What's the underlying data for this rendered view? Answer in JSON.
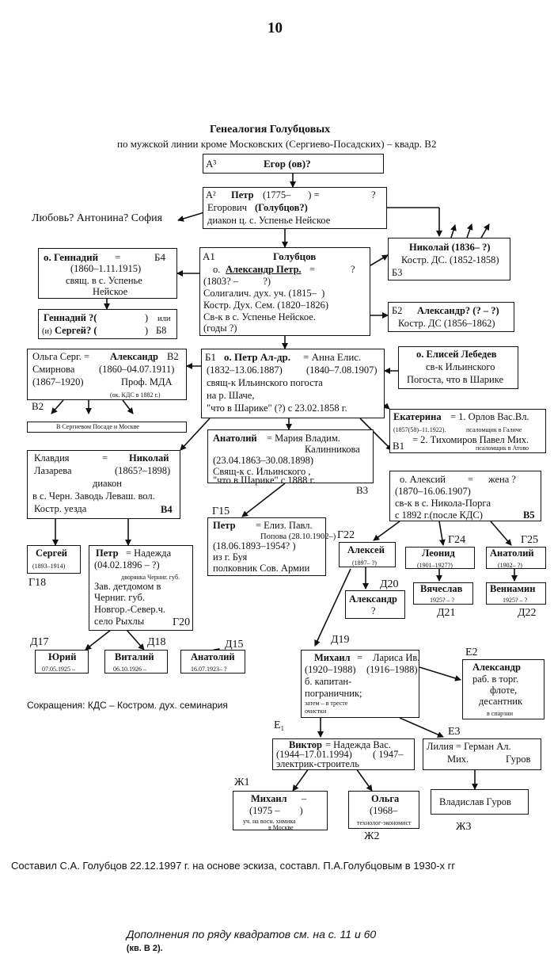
{
  "page_number": "10",
  "title": "Генеалогия Голубцовых",
  "subtitle": "по мужской линии кроме Московских (Сергиево-Посадских) – квадр. В2",
  "A3": {
    "code": "А³",
    "name": "Егор (ов)?"
  },
  "A2": {
    "code": "А²",
    "l1a": "Петр",
    "l1b": "(1775–       ) =",
    "l1c": "?",
    "l2a": "Егорович",
    "l2b": "(Голубцов?)",
    "l3": "диакон ц. с. Успенье Нейское"
  },
  "sisters": "Любовь? Антонина? София",
  "B4box": {
    "l1a": "о. Геннадий",
    "l1b": "=",
    "code": "Б4",
    "l2": "(1860–1.11.1915)",
    "l3": "свящ. в с. Успенье",
    "l4": "Нейское"
  },
  "B8box": {
    "l1a": "Геннадий ?(",
    "l1b": ")",
    "l1c": "или",
    "l2a": "(и)",
    "l2b": "Сергей? (",
    "l2c": ")",
    "code": "Б8"
  },
  "A1": {
    "code": "А1",
    "surname": "Голубцов",
    "l1a": "о.",
    "l1b": "Александр Петр.",
    "l1c": "=",
    "l1d": "?",
    "l2": "(1803? –          ?)",
    "l3": "Солигалич. дух. уч. (1815–  )",
    "l4": "Костр. Дух. Сем. (1820–1826)",
    "l5": "Св-к в с. Успенье Нейское.",
    "l6": "(годы ?)"
  },
  "B3": {
    "l1a": "Николай (1836– ?)",
    "l2": "Костр. ДС. (1852-1858)",
    "code": "Б3"
  },
  "B2box": {
    "code": "Б2",
    "name": "Александр? (? – ?)",
    "l2": "Костр. ДС (1856–1862)"
  },
  "V2": {
    "l1a": "Ольга Серг. =",
    "l1b": "Александр",
    "l1c": "В2",
    "l2a": "Смирнова",
    "l2b": "(1860–04.07.1911)",
    "l3a": "(1867–1920)",
    "l3b": "Проф. МДА",
    "l4": "(ок. КДС в 1882 г.)",
    "code": "В2"
  },
  "sergiev": "В Сергиевом Посаде и Москве",
  "B1": {
    "code": "Б1",
    "l1a": "о. Петр Ал-др.",
    "l1b": "= Анна Елис.",
    "l2a": "(1832–13.06.1887)",
    "l2b": "(1840–7.08.1907)",
    "l3": "свящ-к Ильинского погоста",
    "l4": "на р. Шаче,",
    "l5": "\"что в Шарике\" (?) с 23.02.1858 г."
  },
  "lebedev": {
    "l1": "о. Елисей Лебедев",
    "l2": "св-к Ильинского",
    "l3": "Погоста, что в Шарике"
  },
  "V1": {
    "l1a": "Екатерина",
    "l1b": "= 1. Орлов Вас.Вл.",
    "l2a": "(1857(58)–11.1922).",
    "l2b": "псаломщик в Галиче",
    "l3": "= 2. Тихомиров Павел Мих.",
    "l4": "псаломщик в Атово",
    "code": "В1"
  },
  "V3": {
    "l1a": "Анатолий",
    "l1b": "= Мария Владим.",
    "l2": "Калинникова",
    "l3": "(23.04.1863–30.08.1898)",
    "l4": "Свящ-к с. Ильинского ,",
    "l5": "\"что в Шарике\" с 1888 г.",
    "code": "В3"
  },
  "V4": {
    "l1a": "Клавдия",
    "l1b": "=",
    "l1c": "Николай",
    "l2a": "Лазарева",
    "l2b": "(1865?–1898)",
    "l3": "диакон",
    "l4": "в с. Черн. Заводь Леваш. вол.",
    "l5": "Костр. уезда",
    "code": "В4"
  },
  "V5": {
    "l1a": "о. Алексий",
    "l1b": "=",
    "l1c": "жена ?",
    "l2": "(1870–16.06.1907)",
    "l3": "св-к в с. Никола-Порга",
    "l4": "с 1892 г.(после КДС)",
    "code": "В5"
  },
  "G15": {
    "label": "Г15",
    "l1a": "Петр",
    "l1b": "= Елиз. Павл.",
    "l2": "Попова (28.10.1902–)",
    "l3": "(18.06.1893–1954? )",
    "l4": "из г. Буя",
    "l5": "полковник Сов. Армии"
  },
  "G18": {
    "name": "Сергей",
    "dates": "(1893–1914)",
    "label": "Г18"
  },
  "G20": {
    "l1a": "Петр",
    "l1b": "= Надежда",
    "l2a": "(04.02.1896 – ?)",
    "l2b": "дворянка Черниг. губ.",
    "l3": "Зав. детдомом в",
    "l4": "Черниг. губ.",
    "l5": "Новгор.-Север.ч.",
    "l6": "село Рыхлы",
    "label": "Г20"
  },
  "G22": {
    "label": "Г22",
    "name": "Алексей",
    "dates": "(1897– ?)"
  },
  "G24": {
    "label": "Г24",
    "name": "Леонид",
    "dates": "(1901–1927?)"
  },
  "G25": {
    "label": "Г25",
    "name": "Анатолий",
    "dates": "(1902– ?)"
  },
  "D20": {
    "label": "Д20",
    "name": "Александр",
    "dates": "?"
  },
  "D21": {
    "name": "Вячеслав",
    "dates": "1925? – ?",
    "label": "Д21"
  },
  "D22": {
    "name": "Вениамин",
    "dates": "1925? – ?",
    "label": "Д22"
  },
  "D17": {
    "label": "Д17",
    "name": "Юрий",
    "dates": "07.05.1925 –"
  },
  "D18": {
    "label": "Д18",
    "name": "Виталий",
    "dates": "06.10.1926 –"
  },
  "D15": {
    "label": "Д15",
    "name": "Анатолий",
    "dates": "16.07.1923– ?"
  },
  "D19": {
    "label": "Д19",
    "l1a": "Михаил",
    "l1b": "=",
    "l1c": "Лариса Ив.",
    "l2a": "(1920–1988)",
    "l2b": "(1916–1988)",
    "l3": "б. капитан-",
    "l4": "пограничник;",
    "l5": "затем – в тресте",
    "l6": "очистки"
  },
  "E2": {
    "label": "Е2",
    "l1": "Александр",
    "l2": "раб. в торг.",
    "l3": "флоте,",
    "l4": "десантник",
    "l5": "в спарзни"
  },
  "abbrev": "Сокращения: КДС – Костром. дух. семинария",
  "E1": {
    "label": "Е₁",
    "l1a": "Виктор",
    "l1b": "= Надежда Вас.",
    "l2a": "(1944–17.01.1994)",
    "l2b": "( 1947–",
    "l3": "электрик-строитель"
  },
  "E3": {
    "label": "Е3",
    "l1": "Лилия = Герман Ал.",
    "l2a": "Мих.",
    "l2b": "Гуров"
  },
  "Zh1": {
    "label": "Ж1",
    "name": "Михаил",
    "eq": "–",
    "l2": "(1975 –        )",
    "l3": "уч. на восн. химика",
    "l4": "в Москве"
  },
  "Zh2": {
    "label": "Ж2",
    "name": "Ольга",
    "l2": "(1968–",
    "l3": "технолог-экономист"
  },
  "Zh3": {
    "label": "Ж3",
    "name": "Владислав Гуров"
  },
  "footer_compiled": "Составил С.А. Голубцов 22.12.1997 г. на основе эскиза, составл. П.А.Голубцовым в 1930-х гг",
  "footer_note": "Дополнения по ряду квадратов см. на с. 11 и 60",
  "footer_note_small": "(кв. В 2)."
}
